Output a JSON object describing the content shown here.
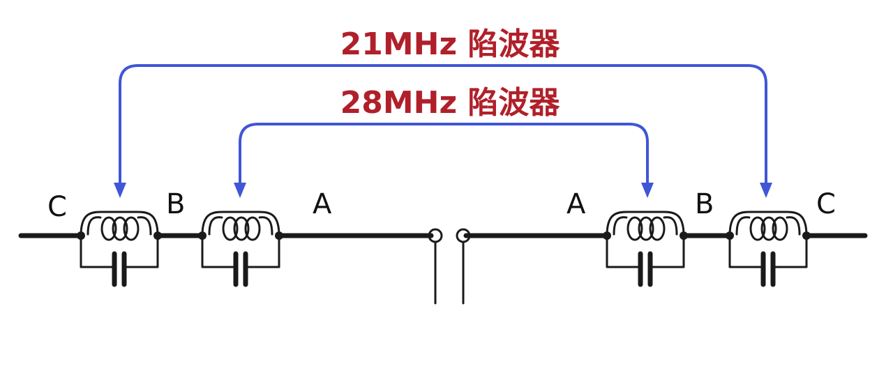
{
  "traps": {
    "trap_21mhz": "21MHz 陷波器",
    "trap_28mhz": "28MHz 陷波器"
  },
  "segments": {
    "left_outer": "C",
    "left_middle": "B",
    "left_inner": "A",
    "right_inner": "A",
    "right_middle": "B",
    "right_outer": "C"
  },
  "colors": {
    "label": "#b0202a",
    "arrow": "#3f56d6",
    "wire": "#1a1a1a"
  }
}
